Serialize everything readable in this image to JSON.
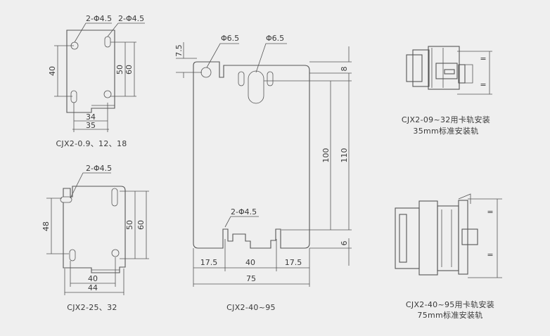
{
  "diagram_a": {
    "hole_left": "2-Φ4.5",
    "hole_right": "2-Φ4.5",
    "dim_height_outer": "40",
    "dim_height_mid": "50",
    "dim_height_inner": "60",
    "dim_width_inner": "34",
    "dim_width_outer": "35",
    "caption": "CJX2-0.9、12、18"
  },
  "diagram_b": {
    "hole": "2-Φ4.5",
    "dim_height_left": "48",
    "dim_height_mid": "50",
    "dim_height_right": "60",
    "dim_width_inner": "40",
    "dim_width_outer": "44",
    "caption": "CJX2-25、32"
  },
  "diagram_c": {
    "dim_top": "7.5",
    "hole_left": "Φ6.5",
    "hole_right": "Φ6.5",
    "dim_right_top": "8",
    "dim_right_100": "100",
    "dim_right_110": "110",
    "dim_right_bottom": "6",
    "hole_bottom": "2-Φ4.5",
    "dim_left": "17.5",
    "dim_mid": "40",
    "dim_right": "17.5",
    "dim_total": "75",
    "caption": "CJX2-40~95"
  },
  "diagram_d": {
    "mark_top": "=",
    "mark_bottom": "=",
    "caption_line1": "CJX2-09~32用卡轨安装",
    "caption_line2": "35mm标准安装轨"
  },
  "diagram_e": {
    "mark_top": "=",
    "mark_bottom": "=",
    "caption_line1": "CJX2-40~95用卡轨安装",
    "caption_line2": "75mm标准安装轨"
  }
}
